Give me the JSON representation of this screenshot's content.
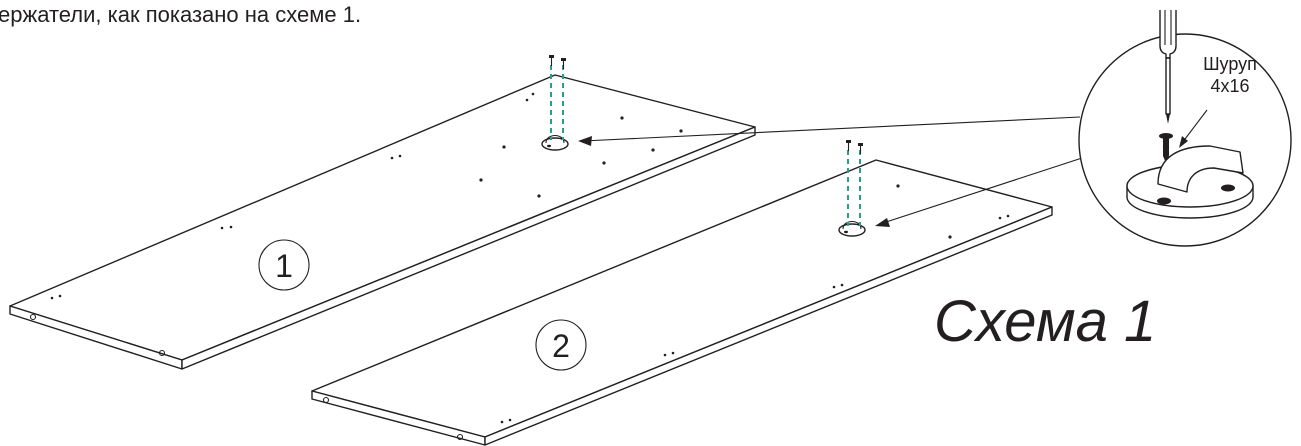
{
  "instruction_text": "ержатели, как показано на схеме 1.",
  "scheme_title": "Схема 1",
  "callout_label_line1": "Шуруп",
  "callout_label_line2": "4x16",
  "panel_1_number": "1",
  "panel_2_number": "2",
  "colors": {
    "line": "#231f20",
    "screw_axis": "#2a9d8f",
    "background": "#ffffff"
  },
  "icons": [
    "screwdriver-icon",
    "screw-icon",
    "shelf-holder-icon"
  ]
}
